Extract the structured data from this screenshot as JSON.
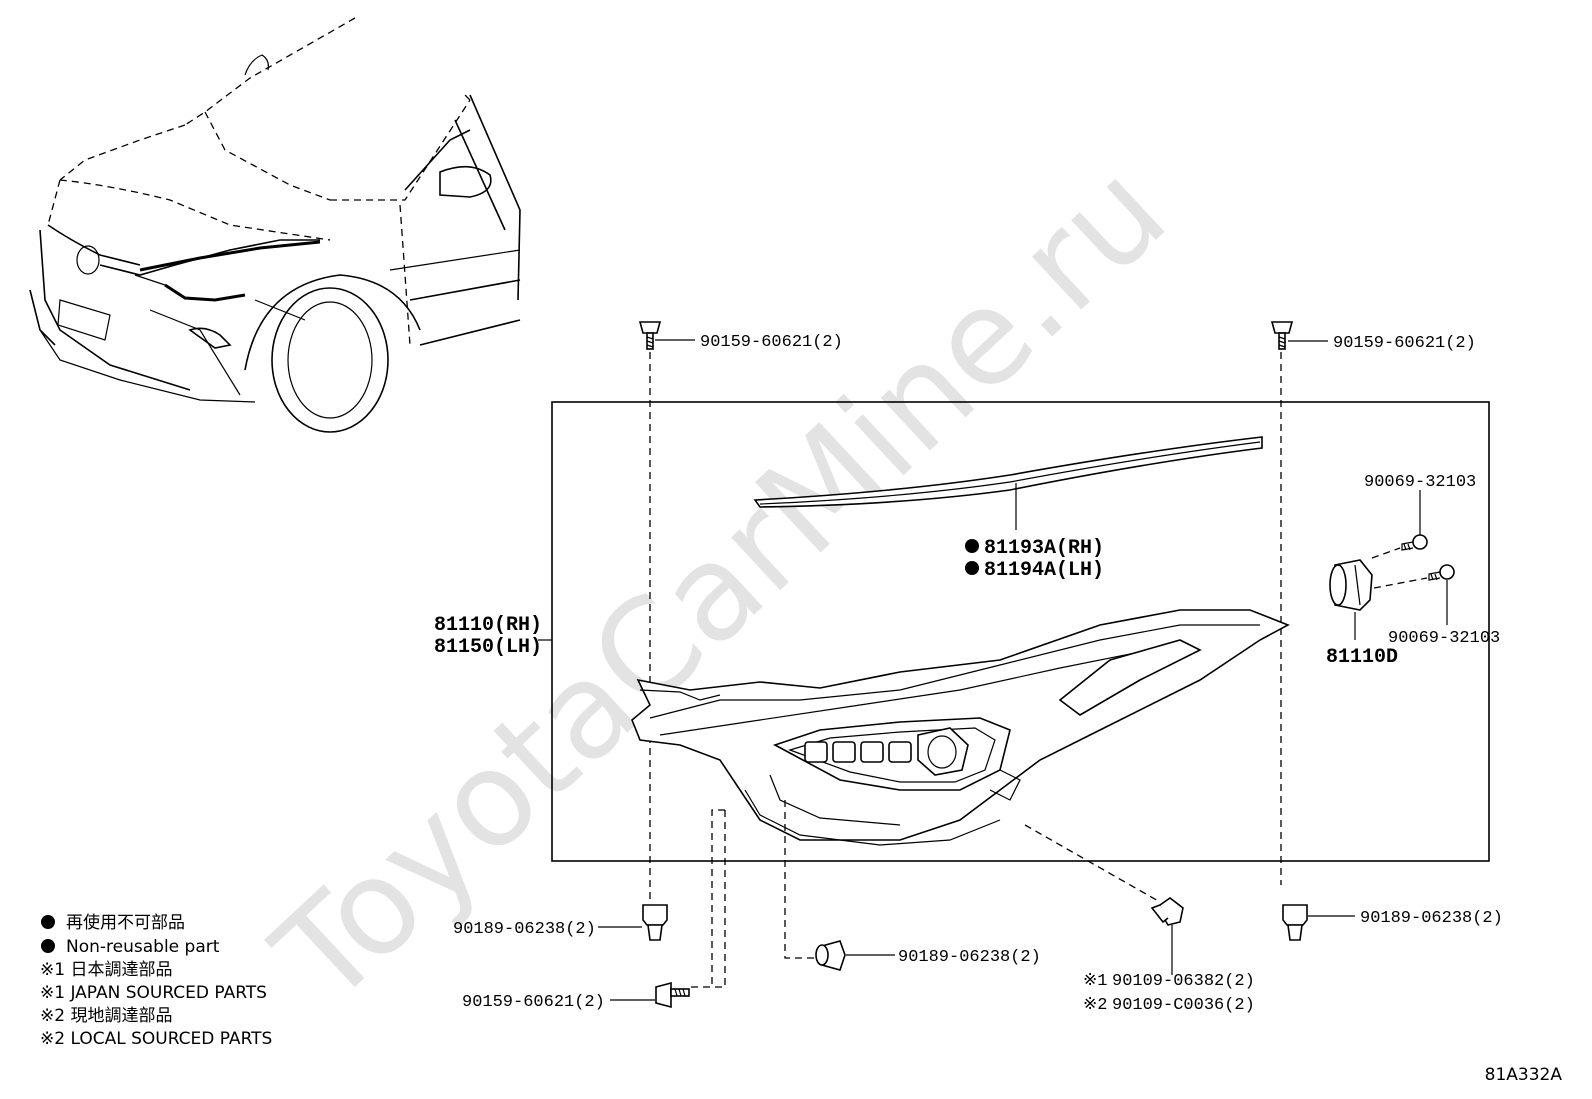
{
  "watermark": "ToyotaCarMine.ru",
  "diagram_code": "81A332A",
  "callouts": {
    "bolt_top_left": "90159-60621(2)",
    "bolt_top_right": "90159-60621(2)",
    "molding_rh": "81193A(RH)",
    "molding_lh": "81194A(LH)",
    "headlamp_rh": "81110(RH)",
    "headlamp_lh": "81150(LH)",
    "screw_upper": "90069-32103",
    "screw_lower": "90069-32103",
    "socket": "81110D",
    "nut_left": "90189-06238(2)",
    "nut_center": "90189-06238(2)",
    "nut_right": "90189-06238(2)",
    "bolt_bottom_left": "90159-60621(2)",
    "screw_japan": "90109-06382(2)",
    "screw_local": "90109-C0036(2)",
    "mark_1": "※1",
    "mark_2": "※2"
  },
  "legend": {
    "nonreusable_jp": "再使用不可部品",
    "nonreusable_en": "Non-reusable part",
    "japan_jp": "※1 日本調達部品",
    "japan_en": "※1 JAPAN SOURCED PARTS",
    "local_jp": "※2 現地調達部品",
    "local_en": "※2 LOCAL SOURCED PARTS"
  },
  "icons": [
    "filled-circle-icon"
  ]
}
